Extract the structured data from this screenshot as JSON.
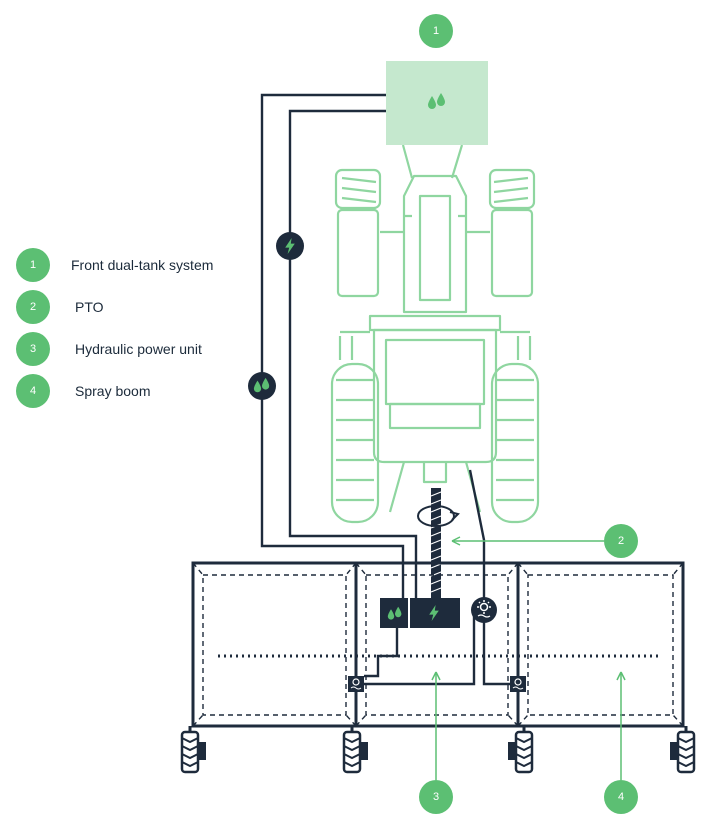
{
  "colors": {
    "navy": "#1e2b3c",
    "accent_green": "#5cbf73",
    "tractor_green": "#8fd6a0",
    "tank_fill": "#c5e8ce"
  },
  "legend": [
    {
      "num": "1",
      "label": "Front dual-tank system"
    },
    {
      "num": "2",
      "label": "PTO"
    },
    {
      "num": "3",
      "label": "Hydraulic power unit"
    },
    {
      "num": "4",
      "label": "Spray boom"
    }
  ],
  "callouts": {
    "front_tank": "1",
    "pto": "2",
    "hydraulic": "3",
    "boom": "4"
  },
  "icons": [
    "droplets-icon",
    "lightning-icon",
    "gear-waves-icon",
    "pump-icon",
    "tire-icon"
  ]
}
